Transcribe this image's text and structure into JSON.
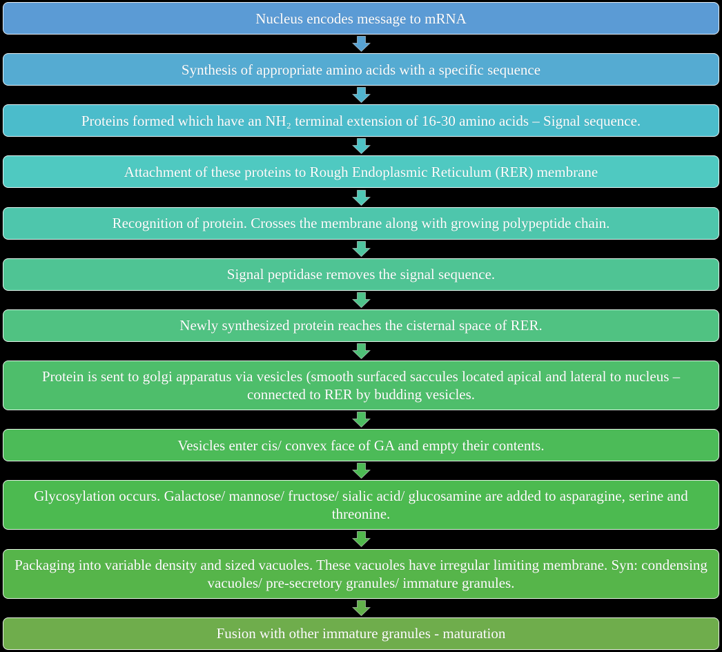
{
  "flowchart": {
    "title": "Protein synthesis and secretion pathway flowchart",
    "background_color": "#000000",
    "text_color": "#FFFFFF",
    "box_border_color": "rgba(255,255,255,0.85)",
    "steps": [
      {
        "label": "Nucleus encodes message to mRNA",
        "color": "#5B9BD5",
        "arrow_color": "#58A3D3"
      },
      {
        "label": "Synthesis of appropriate amino acids with a specific sequence",
        "color": "#55ABD2",
        "arrow_color": "#50B4CE"
      },
      {
        "label": "Proteins formed which have an NH₂ terminal extension of 16-30 amino acids – Signal sequence.",
        "color": "#4BBCCB",
        "arrow_color": "#4DC3C6"
      },
      {
        "label": "Attachment of these proteins to Rough Endoplasmic Reticulum (RER) membrane",
        "color": "#4FC9C1",
        "arrow_color": "#4FC8B5"
      },
      {
        "label": "Recognition of protein. Crosses the membrane along with growing polypeptide chain.",
        "color": "#4EC6AC",
        "arrow_color": "#4FC59F"
      },
      {
        "label": "Signal peptidase removes the signal sequence.",
        "color": "#4FC494",
        "arrow_color": "#4FC38B"
      },
      {
        "label": "Newly synthesized protein reaches the cisternal space of RER.",
        "color": "#50C282",
        "arrow_color": "#4FC077"
      },
      {
        "label": "Protein is sent to golgi apparatus via vesicles (smooth surfaced saccules located apical and lateral to nucleus – connected to RER by budding vesicles.",
        "color": "#4EBE6B",
        "arrow_color": "#4DBD62"
      },
      {
        "label": "Vesicles enter cis/ convex face of GA and empty their contents.",
        "color": "#4CBB58",
        "arrow_color": "#4CBB54"
      },
      {
        "label": "Glycosylation occurs. Galactose/ mannose/ fructose/ sialic acid/ glucosamine are added to asparagine, serine and threonine.",
        "color": "#4CBA50",
        "arrow_color": "#51B84C"
      },
      {
        "label": "Packaging into variable density and sized vacuoles. These vacuoles have irregular limiting membrane. Syn: condensing vacuoles/ pre-secretory granules/ immature granules.",
        "color": "#56B54A",
        "arrow_color": "#62B14B"
      },
      {
        "label": "Fusion with other immature granules - maturation",
        "color": "#6FAD4C",
        "arrow_color": null
      }
    ]
  }
}
